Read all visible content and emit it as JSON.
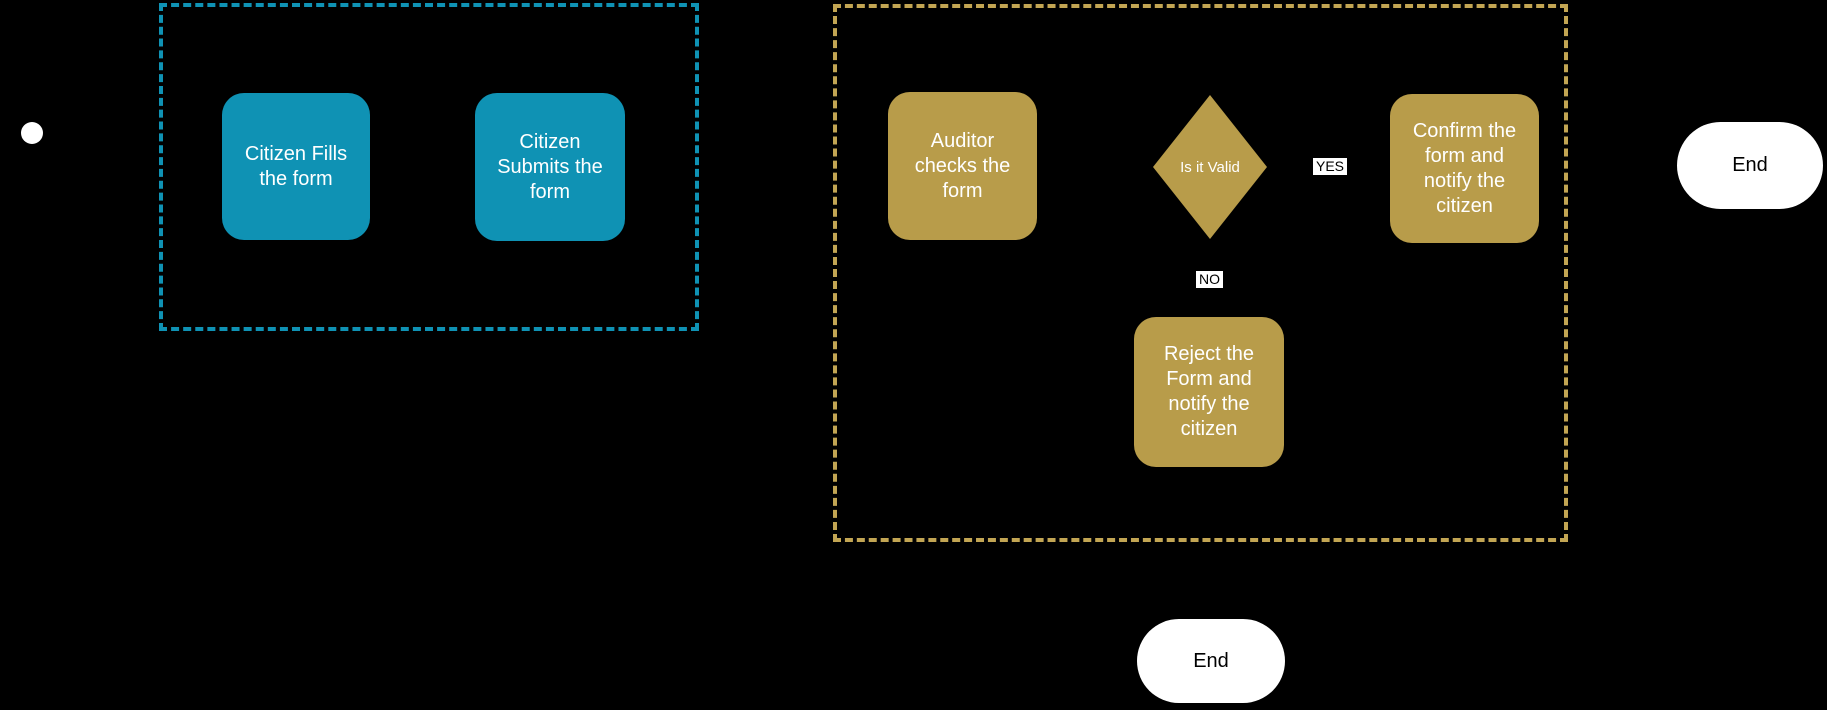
{
  "colors": {
    "background": "#000000",
    "citizen_accent": "#0f92b4",
    "auditor_frame_accent": "#c2a553",
    "auditor_node_fill": "#b89c4a",
    "node_text": "#ffffff",
    "terminal_fill": "#ffffff",
    "terminal_text": "#000000",
    "edge_label_bg": "#ffffff",
    "edge_label_text": "#000000"
  },
  "nodes": {
    "start": {
      "type": "start-circle"
    },
    "citizen_fills": {
      "type": "process",
      "label": "Citizen Fills\nthe form"
    },
    "citizen_submits": {
      "type": "process",
      "label": "Citizen\nSubmits the\nform"
    },
    "auditor_checks": {
      "type": "process",
      "label": "Auditor\nchecks the\nform"
    },
    "decision": {
      "type": "decision",
      "label": "Is it Valid"
    },
    "confirm": {
      "type": "process",
      "label": "Confirm the\nform and\nnotify the\ncitizen"
    },
    "reject": {
      "type": "process",
      "label": "Reject the\nForm and\nnotify the\ncitizen"
    },
    "end_right": {
      "type": "terminal",
      "label": "End"
    },
    "end_bottom": {
      "type": "terminal",
      "label": "End"
    }
  },
  "edge_labels": {
    "yes": "YES",
    "no": "NO"
  }
}
